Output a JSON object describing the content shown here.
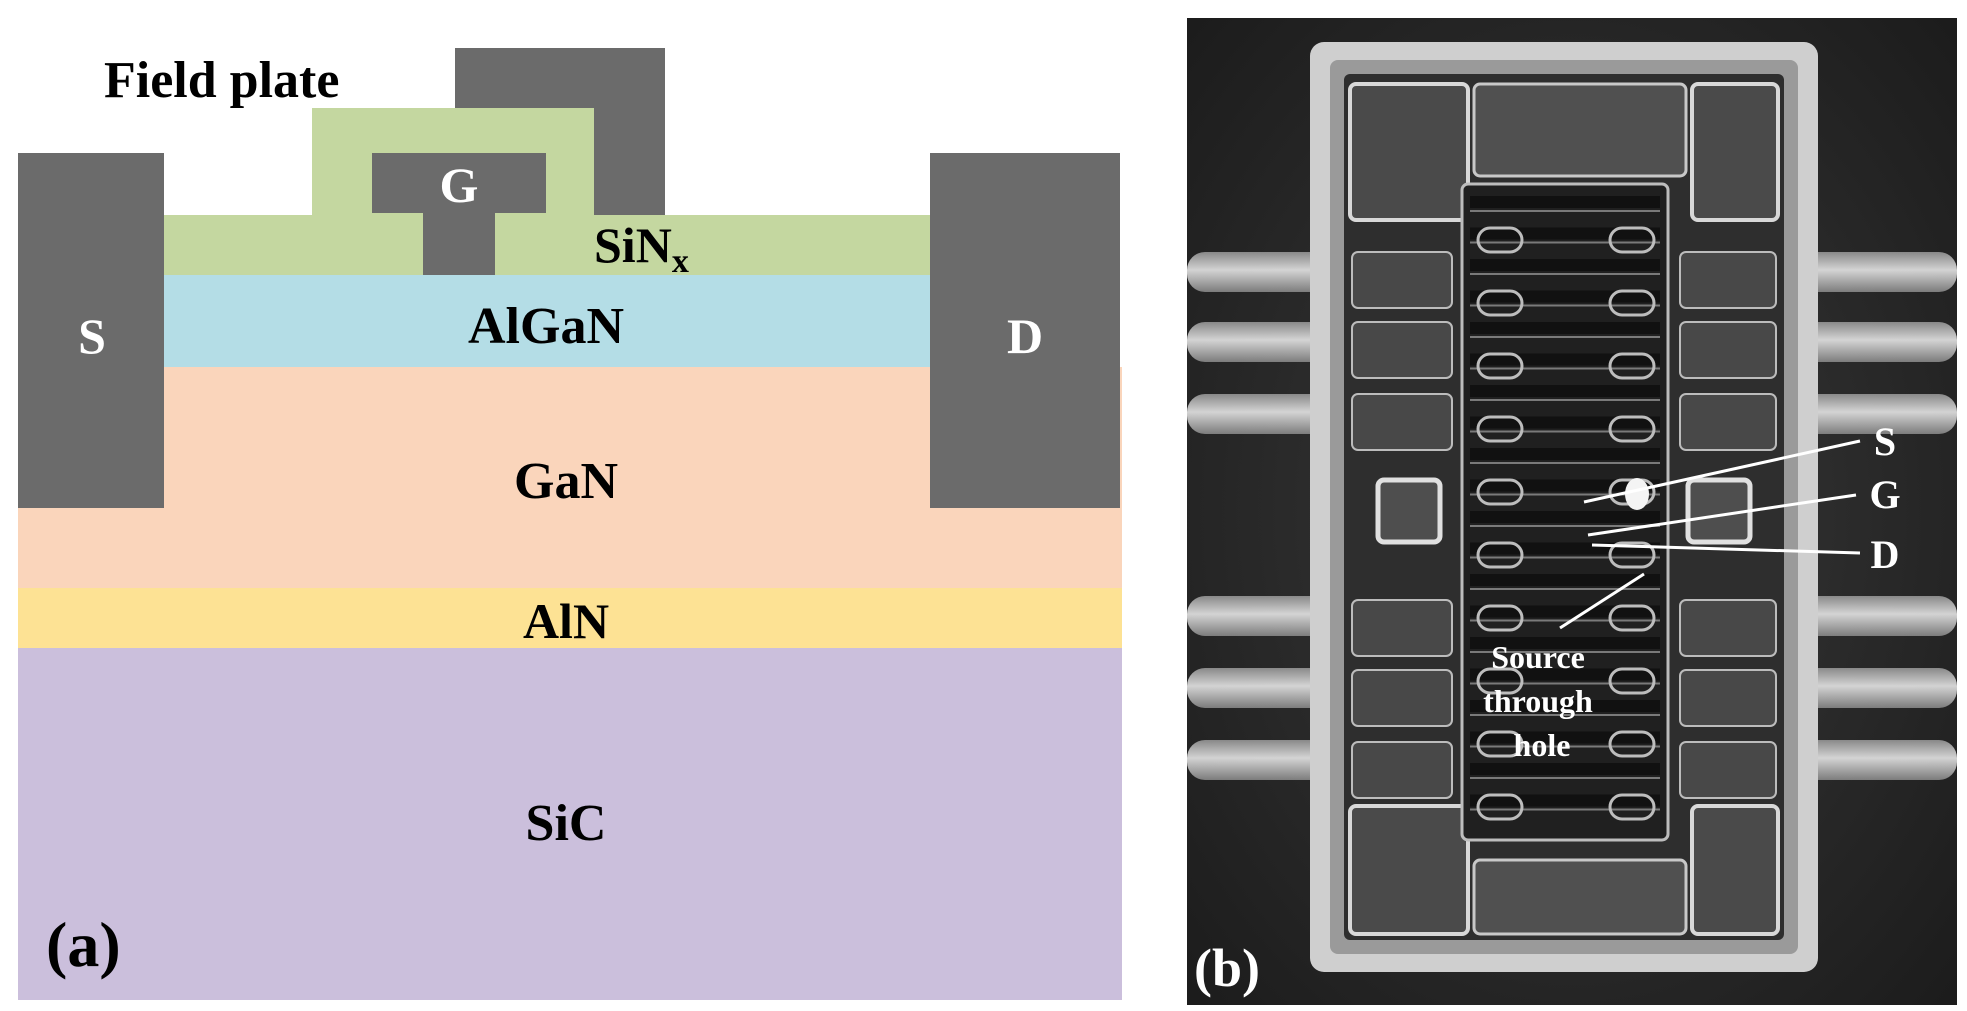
{
  "panel_a": {
    "panel_label": "(a)",
    "field_plate_label": "Field plate",
    "gate_label": "G",
    "source_label": "S",
    "drain_label": "D",
    "layers": {
      "sinx_main": "SiN",
      "sinx_sub": "x",
      "algan": "AlGaN",
      "gan": "GaN",
      "aln": "AlN",
      "sic": "SiC"
    },
    "colors": {
      "metal": "#6b6b6b",
      "sinx": "#c4d7a0",
      "algan": "#b4dde6",
      "gan": "#fad5bb",
      "aln": "#fde294",
      "sic": "#cbbfdc"
    }
  },
  "panel_b": {
    "panel_label": "(b)",
    "label_s": "S",
    "label_g": "G",
    "label_d": "D",
    "source_line1": "Source",
    "source_line2": "through",
    "source_line3": "hole"
  }
}
